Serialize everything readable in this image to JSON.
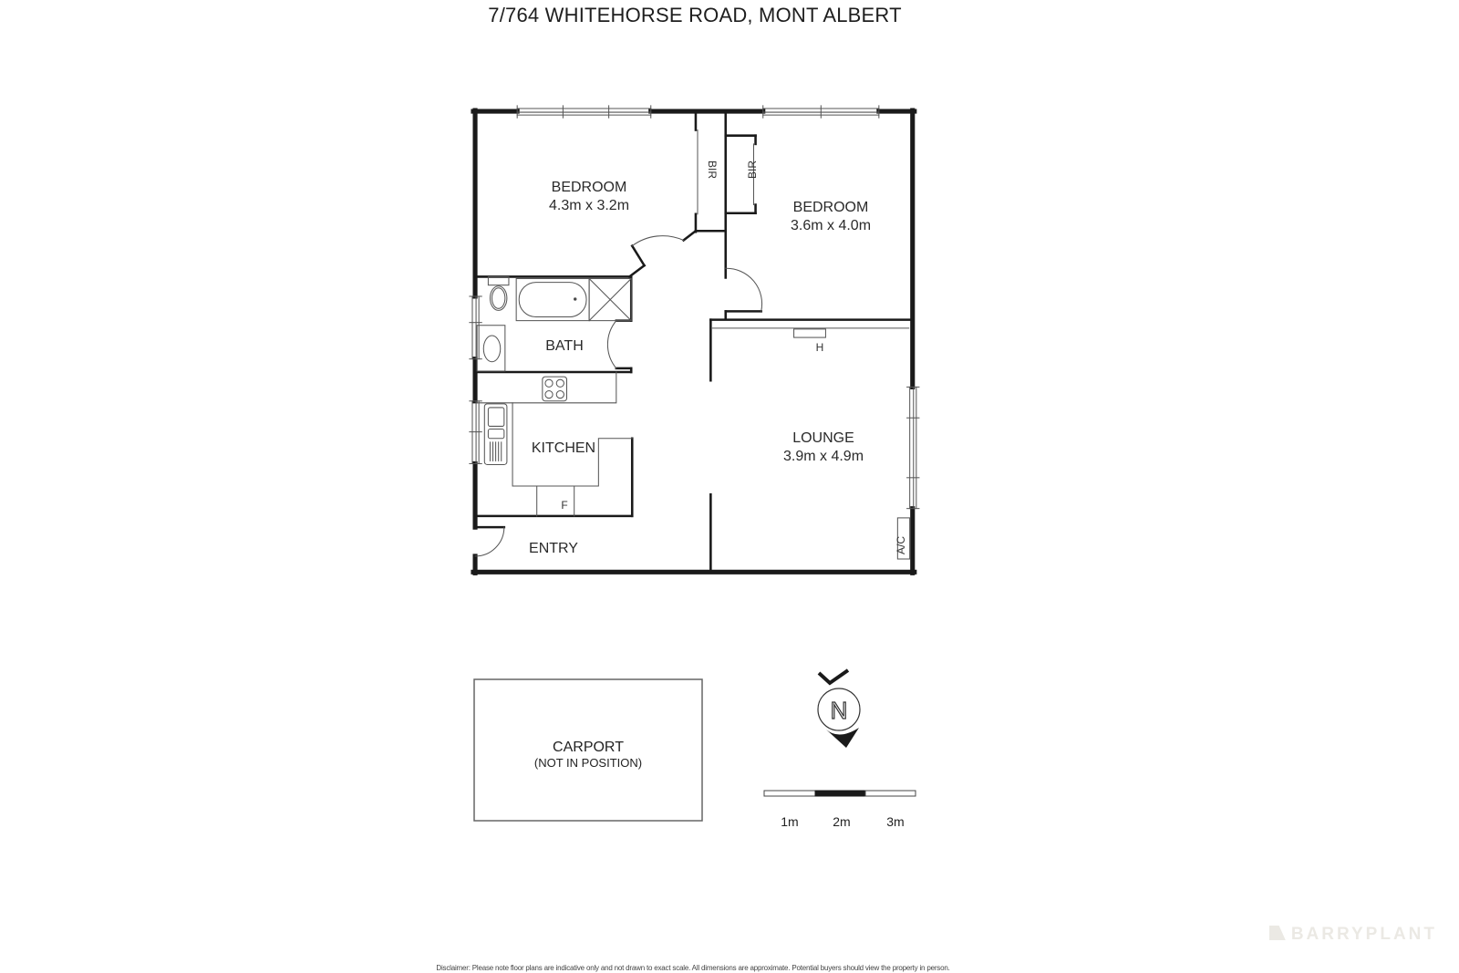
{
  "title": "7/764 WHITEHORSE ROAD, MONT ALBERT",
  "rooms": [
    {
      "name": "BEDROOM",
      "dimensions": "4.3m x 3.2m"
    },
    {
      "name": "BEDROOM",
      "dimensions": "3.6m x 4.0m"
    },
    {
      "name": "BATH"
    },
    {
      "name": "KITCHEN"
    },
    {
      "name": "ENTRY"
    },
    {
      "name": "LOUNGE",
      "dimensions": "3.9m x 4.9m"
    }
  ],
  "fixtures": {
    "bir_1": "BIR",
    "bir_2": "BIR",
    "fridge": "F",
    "heater": "H",
    "air_conditioner": "A/C"
  },
  "carport": {
    "label": "CARPORT",
    "note": "(NOT IN POSITION)"
  },
  "north_arrow": {
    "letter": "N",
    "icon": "compass-north-icon"
  },
  "scale_bar": {
    "labels": [
      "1m",
      "2m",
      "3m"
    ]
  },
  "disclaimer": "Disclaimer: Please note floor plans are indicative only and not drawn to exact scale. All dimensions are approximate. Potential buyers should view the property in person.",
  "brand": "BARRYPLANT",
  "colors": {
    "wall": "#1a1a1a",
    "thin_line": "#4a4a4a",
    "brand_watermark": "#ebe9e4"
  }
}
